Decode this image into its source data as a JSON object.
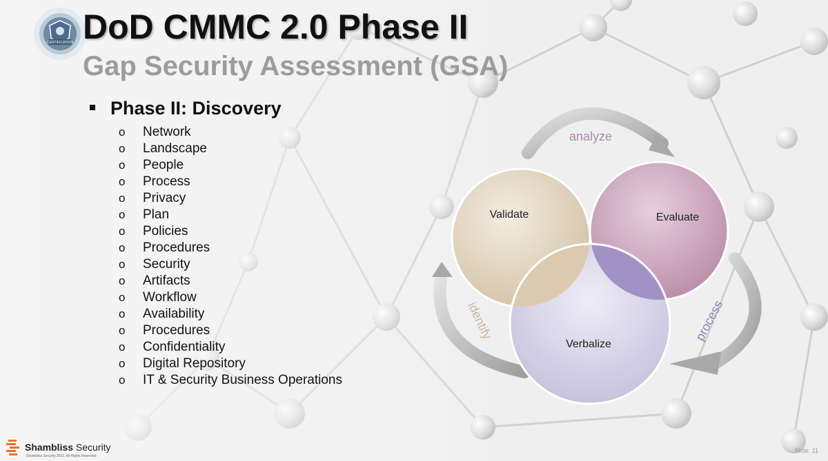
{
  "title": "DoD CMMC 2.0 Phase II",
  "subtitle": "Gap Security Assessment (GSA)",
  "section": {
    "bullet": "▪",
    "label": "Phase II: Discovery"
  },
  "items": [
    "Network",
    "Landscape",
    "People",
    "Process",
    "Privacy",
    "Plan",
    "Policies",
    "Procedures",
    "Security",
    "Artifacts",
    "Workflow",
    "Availability",
    "Procedures",
    "Confidentiality",
    "Digital Repository",
    "IT & Security Business Operations"
  ],
  "item_marker": "o",
  "diagram": {
    "circles": {
      "validate": "Validate",
      "evaluate": "Evaluate",
      "verbalize": "Verbalize"
    },
    "arrows": {
      "analyze": "analyze",
      "process": "process",
      "identify": "identify"
    },
    "colors": {
      "validate": "#e4d8c5",
      "evaluate": "#c9a3bb",
      "verbalize": "#d7d4e6",
      "overlap_top": "#b07fa0",
      "overlap_left": "#d8c7a8",
      "overlap_right": "#9d8cc0",
      "arrow_label": "#b28aa4"
    }
  },
  "badge": {
    "icon": "certification-badge-icon",
    "text": "CERTIFICATION"
  },
  "footer": {
    "brand_bold": "Shambliss",
    "brand_light": "Security",
    "copyright": "Shambliss Security 2022. All Rights Reserved.",
    "slide": "Slide: 11"
  }
}
